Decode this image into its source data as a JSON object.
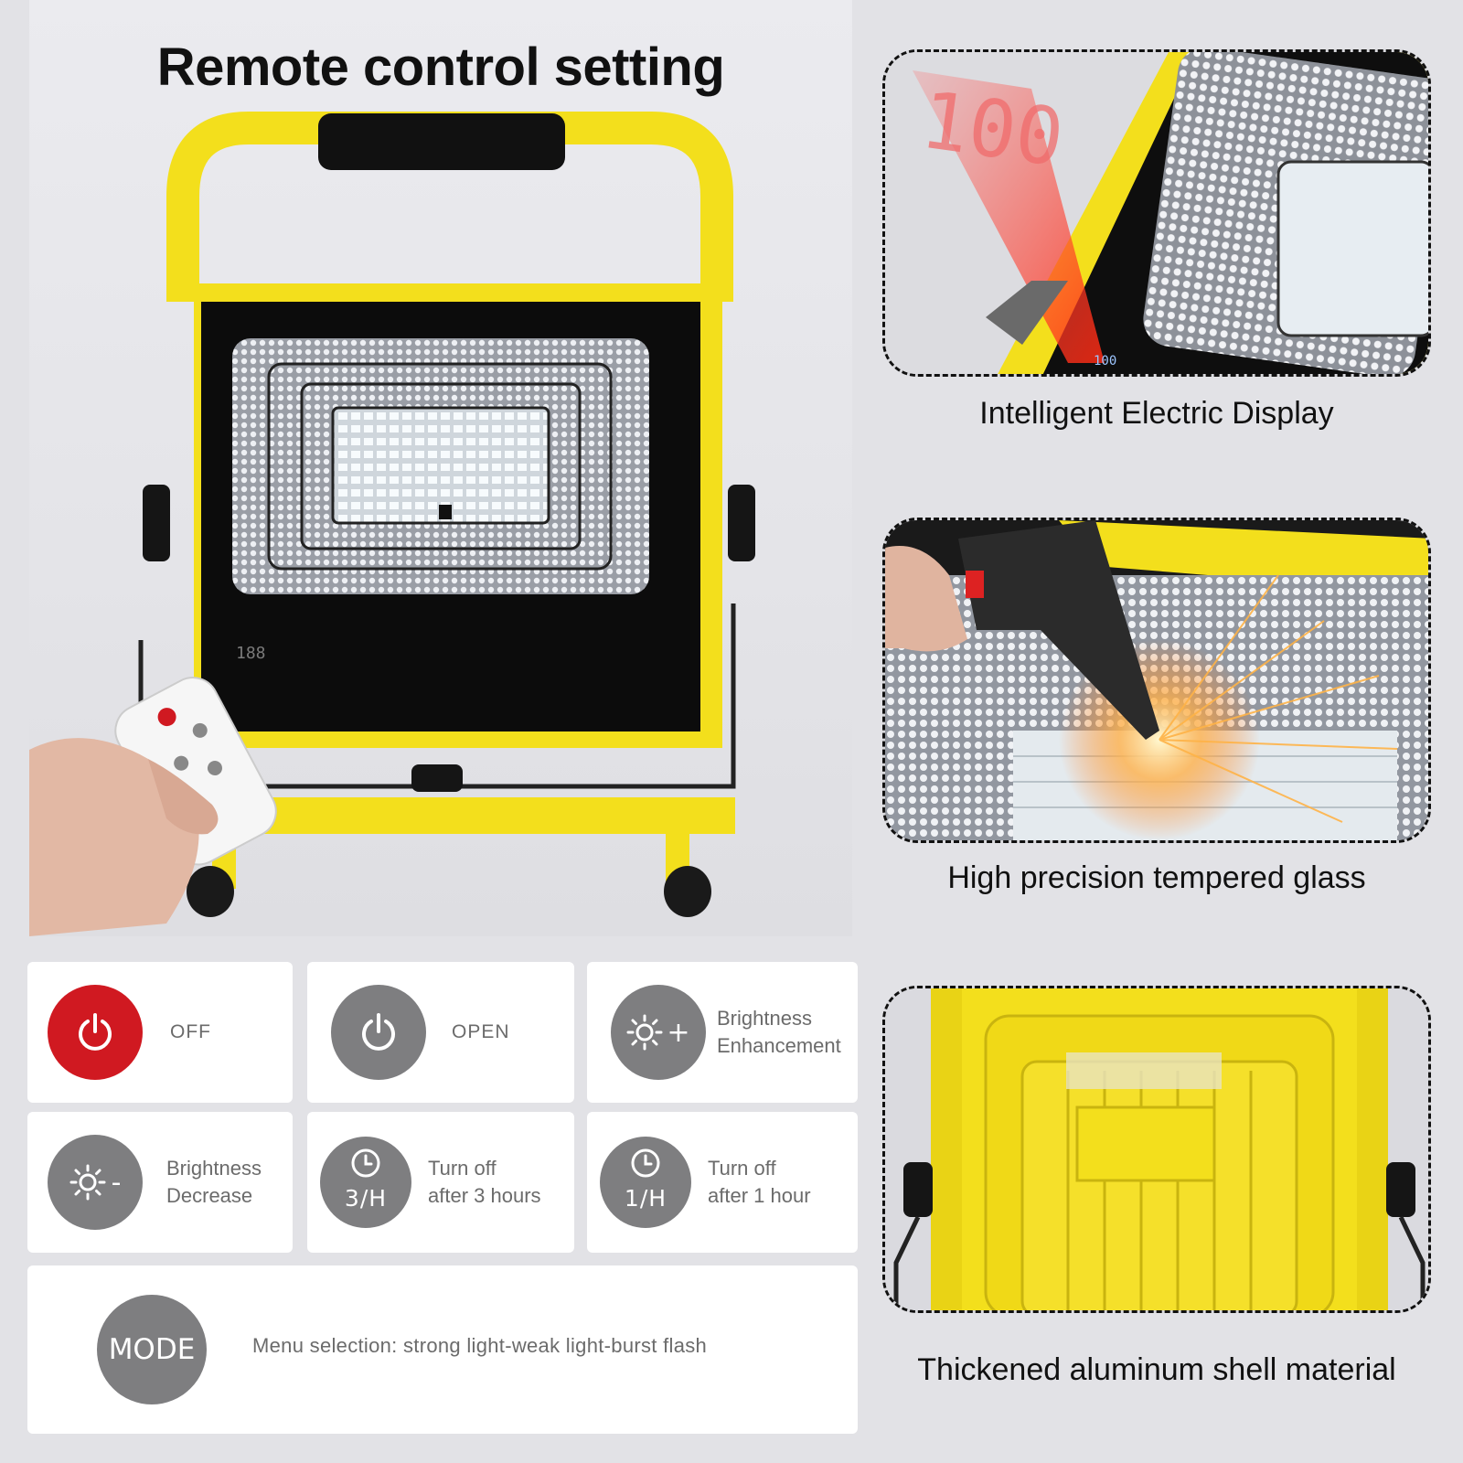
{
  "hero": {
    "title": "Remote control setting",
    "display_readout": "188"
  },
  "buttons": [
    {
      "id": "off",
      "label": "OFF",
      "color": "#d01921"
    },
    {
      "id": "open",
      "label": "OPEN",
      "color": "#7e7e80"
    },
    {
      "id": "brightness-up",
      "label": "Brightness\nEnhancement",
      "symbol": "+"
    },
    {
      "id": "brightness-down",
      "label": "Brightness\nDecrease",
      "symbol": "-"
    },
    {
      "id": "timer-3h",
      "label": "Turn off\nafter 3 hours",
      "badge": "3/H"
    },
    {
      "id": "timer-1h",
      "label": "Turn off\nafter 1 hour",
      "badge": "1/H"
    }
  ],
  "mode": {
    "badge": "MODE",
    "description": "Menu selection: strong light-weak light-burst flash"
  },
  "features": [
    {
      "caption": "Intelligent Electric Display",
      "projected_value": "100",
      "panel_value": "100"
    },
    {
      "caption": "High precision tempered glass"
    },
    {
      "caption": "Thickened aluminum shell material"
    }
  ],
  "colors": {
    "frame_yellow": "#f3df1c",
    "panel_black": "#0c0c0c",
    "power_red": "#d01921",
    "badge_gray": "#7e7e80"
  }
}
